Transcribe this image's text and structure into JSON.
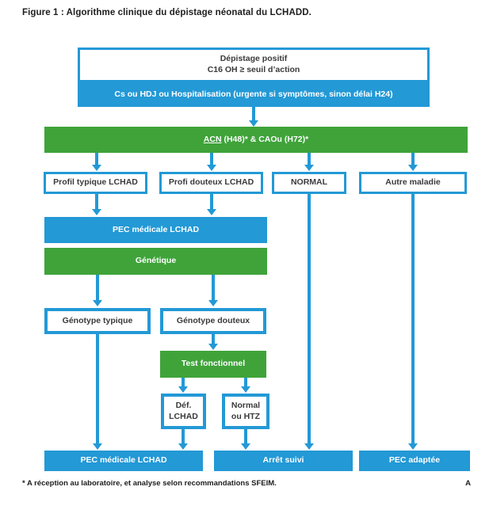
{
  "title": "Figure 1 : Algorithme clinique du dépistage néonatal du LCHADD.",
  "colors": {
    "blue": "#2399d6",
    "green": "#3fa33a"
  },
  "nodes": {
    "depistage_line1": "Dépistage positif",
    "depistage_line2": "C16 OH ≥ seuil d’action",
    "cs_banner": "Cs ou HDJ ou Hospitalisation (urgente si symptômes, sinon délai H24)",
    "acn_underline": "ACN",
    "acn_rest": " (H48)* & CAOu (H72)*",
    "profil_typique": "Profil typique LCHAD",
    "profil_douteux": "Profi douteux LCHAD",
    "normal": "NORMAL",
    "autre_maladie": "Autre maladie",
    "pec_medicale_1": "PEC médicale LCHAD",
    "genetique": "Génétique",
    "genotype_typique": "Génotype typique",
    "genotype_douteux": "Génotype douteux",
    "test_fonctionnel": "Test fonctionnel",
    "def_lchad_line1": "Déf.",
    "def_lchad_line2": "LCHAD",
    "normal_htz_line1": "Normal",
    "normal_htz_line2": "ou HTZ",
    "pec_medicale_2": "PEC médicale LCHAD",
    "arret_suivi": "Arrêt suivi",
    "pec_adaptee": "PEC adaptée"
  },
  "footnote": "* A réception au laboratoire, et analyse selon recommandations SFEIM.",
  "page_label": "A"
}
